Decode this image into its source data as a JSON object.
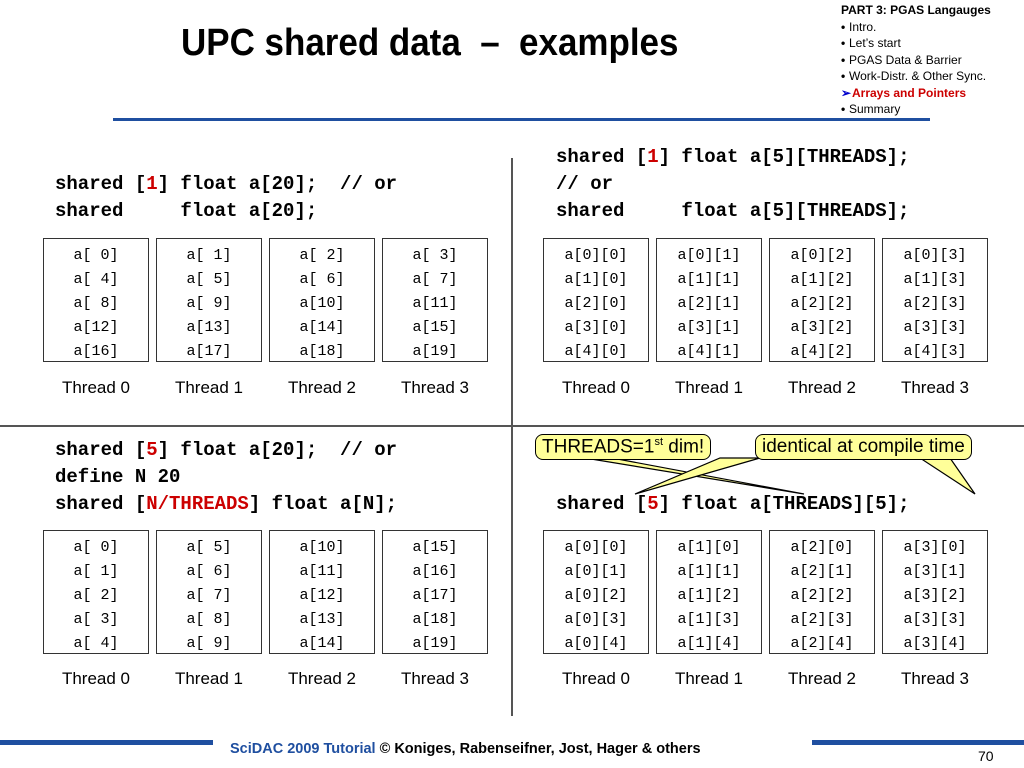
{
  "title": "UPC shared data  –  examples",
  "agenda": {
    "heading": "PART 3: PGAS Langauges",
    "items": [
      {
        "label": "Intro.",
        "active": false
      },
      {
        "label": "Let’s start",
        "active": false
      },
      {
        "label": "PGAS Data & Barrier",
        "active": false
      },
      {
        "label": "Work-Distr. & Other Sync.",
        "active": false
      },
      {
        "label": "Arrays and Pointers",
        "active": true
      },
      {
        "label": "Summary",
        "active": false
      }
    ]
  },
  "colors": {
    "accent_bar": "#1f4fa0",
    "highlight_red": "#cc0000",
    "callout_bg": "#ffff99"
  },
  "panels": {
    "top_left": {
      "code": [
        {
          "pre": "shared [",
          "red": "1",
          "post": "] float a[20];  // or"
        },
        {
          "pre": "shared     float a[20];",
          "red": "",
          "post": ""
        }
      ],
      "threads": [
        {
          "label": "Thread 0",
          "cells": [
            "a[ 0]",
            "a[ 4]",
            "a[ 8]",
            "a[12]",
            "a[16]"
          ]
        },
        {
          "label": "Thread 1",
          "cells": [
            "a[ 1]",
            "a[ 5]",
            "a[ 9]",
            "a[13]",
            "a[17]"
          ]
        },
        {
          "label": "Thread 2",
          "cells": [
            "a[ 2]",
            "a[ 6]",
            "a[10]",
            "a[14]",
            "a[18]"
          ]
        },
        {
          "label": "Thread 3",
          "cells": [
            "a[ 3]",
            "a[ 7]",
            "a[11]",
            "a[15]",
            "a[19]"
          ]
        }
      ]
    },
    "top_right": {
      "code": [
        {
          "pre": "shared [",
          "red": "1",
          "post": "] float a[5][THREADS];"
        },
        {
          "pre": "// or",
          "red": "",
          "post": ""
        },
        {
          "pre": "shared     float a[5][THREADS];",
          "red": "",
          "post": ""
        }
      ],
      "threads": [
        {
          "label": "Thread 0",
          "cells": [
            "a[0][0]",
            "a[1][0]",
            "a[2][0]",
            "a[3][0]",
            "a[4][0]"
          ]
        },
        {
          "label": "Thread 1",
          "cells": [
            "a[0][1]",
            "a[1][1]",
            "a[2][1]",
            "a[3][1]",
            "a[4][1]"
          ]
        },
        {
          "label": "Thread 2",
          "cells": [
            "a[0][2]",
            "a[1][2]",
            "a[2][2]",
            "a[3][2]",
            "a[4][2]"
          ]
        },
        {
          "label": "Thread 3",
          "cells": [
            "a[0][3]",
            "a[1][3]",
            "a[2][3]",
            "a[3][3]",
            "a[4][3]"
          ]
        }
      ]
    },
    "bottom_left": {
      "code": [
        {
          "pre": "shared [",
          "red": "5",
          "post": "] float a[20];  // or"
        },
        {
          "pre": "define N 20",
          "red": "",
          "post": ""
        },
        {
          "pre": "shared [",
          "red": "N/THREADS",
          "post": "] float a[N];"
        }
      ],
      "threads": [
        {
          "label": "Thread 0",
          "cells": [
            "a[ 0]",
            "a[ 1]",
            "a[ 2]",
            "a[ 3]",
            "a[ 4]"
          ]
        },
        {
          "label": "Thread 1",
          "cells": [
            "a[ 5]",
            "a[ 6]",
            "a[ 7]",
            "a[ 8]",
            "a[ 9]"
          ]
        },
        {
          "label": "Thread 2",
          "cells": [
            "a[10]",
            "a[11]",
            "a[12]",
            "a[13]",
            "a[14]"
          ]
        },
        {
          "label": "Thread 3",
          "cells": [
            "a[15]",
            "a[16]",
            "a[17]",
            "a[18]",
            "a[19]"
          ]
        }
      ]
    },
    "bottom_right": {
      "code": [
        {
          "pre": "shared [",
          "red": "5",
          "post": "] float a[THREADS][5];"
        }
      ],
      "threads": [
        {
          "label": "Thread 0",
          "cells": [
            "a[0][0]",
            "a[0][1]",
            "a[0][2]",
            "a[0][3]",
            "a[0][4]"
          ]
        },
        {
          "label": "Thread 1",
          "cells": [
            "a[1][0]",
            "a[1][1]",
            "a[1][2]",
            "a[1][3]",
            "a[1][4]"
          ]
        },
        {
          "label": "Thread 2",
          "cells": [
            "a[2][0]",
            "a[2][1]",
            "a[2][2]",
            "a[2][3]",
            "a[2][4]"
          ]
        },
        {
          "label": "Thread 3",
          "cells": [
            "a[3][0]",
            "a[3][1]",
            "a[3][2]",
            "a[3][3]",
            "a[3][4]"
          ]
        }
      ]
    }
  },
  "callouts": {
    "threads_first_dim": {
      "pre": "THREADS=1",
      "sup": "st",
      "post": " dim!"
    },
    "identical": "identical at compile time"
  },
  "footer": {
    "brand": "SciDAC 2009 Tutorial",
    "credits": " © Koniges, Rabenseifner, Jost, Hager & others",
    "page": "70"
  }
}
